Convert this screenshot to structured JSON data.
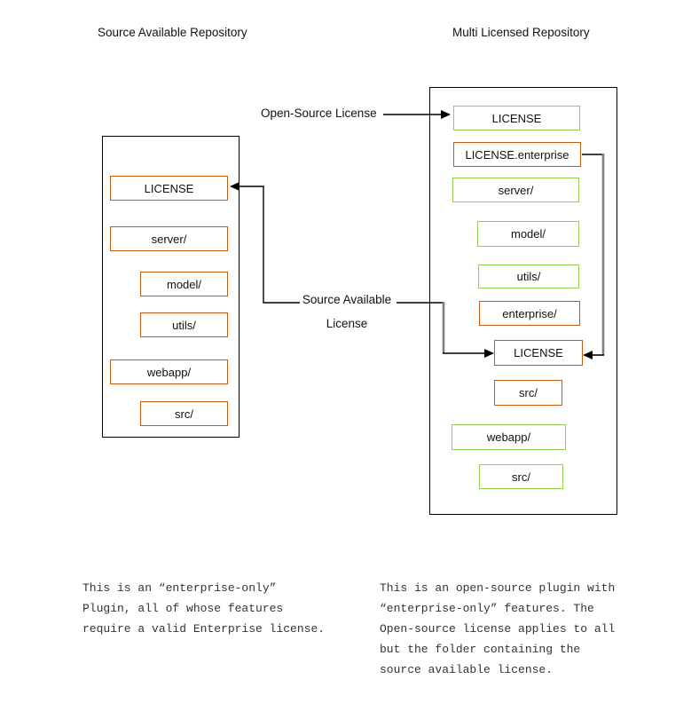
{
  "colors": {
    "orange": "#C55A11",
    "green": "#92D050",
    "line": "#000000",
    "gray_line": "#7f7f7f"
  },
  "left_repo": {
    "title": "Source Available Repository",
    "items": [
      {
        "label": "LICENSE",
        "color": "orange"
      },
      {
        "label": "server/",
        "color": "orange"
      },
      {
        "label": "model/",
        "color": "orange"
      },
      {
        "label": "utils/",
        "color": "orange"
      },
      {
        "label": "webapp/",
        "color": "orange"
      },
      {
        "label": "src/",
        "color": "orange"
      }
    ]
  },
  "right_repo": {
    "title": "Multi Licensed Repository",
    "items": [
      {
        "label": "LICENSE",
        "color": "green"
      },
      {
        "label": "LICENSE.enterprise",
        "color": "orange"
      },
      {
        "label": "server/",
        "color": "green"
      },
      {
        "label": "model/",
        "color": "green"
      },
      {
        "label": "utils/",
        "color": "green"
      },
      {
        "label": "enterprise/",
        "color": "orange"
      },
      {
        "label": "LICENSE",
        "color": "orange"
      },
      {
        "label": "src/",
        "color": "orange"
      },
      {
        "label": "webapp/",
        "color": "green"
      },
      {
        "label": "src/",
        "color": "green"
      }
    ]
  },
  "connector_labels": {
    "open_source": "Open-Source License",
    "source_available_line1": "Source Available",
    "source_available_line2": "License"
  },
  "notes": {
    "left_lines": [
      "This is an “enterprise-only”",
      "Plugin, all of whose features",
      "require a valid Enterprise license."
    ],
    "right_lines": [
      "This is an open-source plugin with",
      "“enterprise-only” features. The",
      "Open-source license applies to all",
      "but the folder containing the",
      "source available license."
    ]
  }
}
